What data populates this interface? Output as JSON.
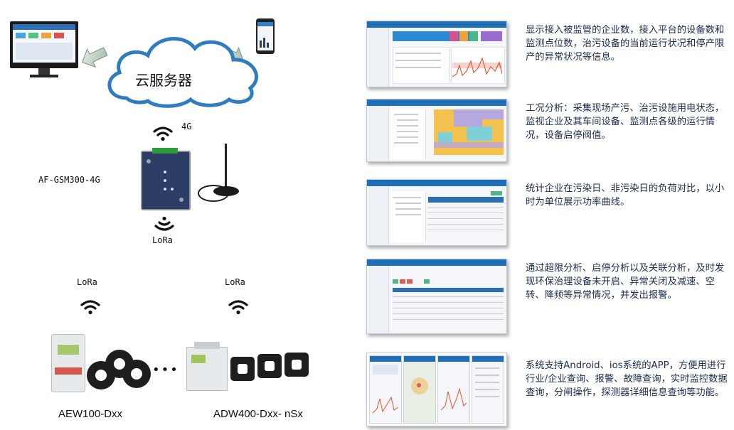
{
  "diagram": {
    "cloud_label": "云服务器",
    "gateway_model": "AF-GSM300-4G",
    "uplink_label": "4G",
    "downlink_label": "LoRa",
    "meter_left_link": "LoRa",
    "meter_right_link": "LoRa",
    "ellipsis": "•••",
    "meter_left_model": "AEW100-Dxx",
    "meter_right_model": "ADW400-Dxx- nSx"
  },
  "features": [
    {
      "text": "显示接入被监管的企业数，接入平台的设备数和监测点位数，治污设备的当前运行状况和停产限产的异常状况等信息。"
    },
    {
      "text": "工况分析：采集现场产污、治污设施用电状态，监视企业及其车间设备、监测点各级的运行情况，设备启停阀值。"
    },
    {
      "text": "统计企业在污染日、非污染日的负荷对比，以小时为单位展示功率曲线。"
    },
    {
      "text": "通过超限分析、启停分析以及关联分析，及时发现环保治理设备未开启、异常关闭及减速、空转、降频等异常情况，并发出报警。"
    },
    {
      "text": "系统支持Android、ios系统的APP，方便用进行行业/企业查询、报警、故障查询，实时监控数据查询，分闸操作，探测器详细信息查询等功能。"
    }
  ],
  "colors": {
    "accent": "#1e6fb7",
    "description_text": "#1d2c4f",
    "chart_line": "#e2572f",
    "heatmap_orange": "#f2c14e",
    "heatmap_teal": "#7fd0d6",
    "heatmap_purple": "#b6a7dc"
  },
  "icons": {
    "wireless": "wifi-icon",
    "upload": "arrow-icon",
    "server": "cloud-icon"
  }
}
